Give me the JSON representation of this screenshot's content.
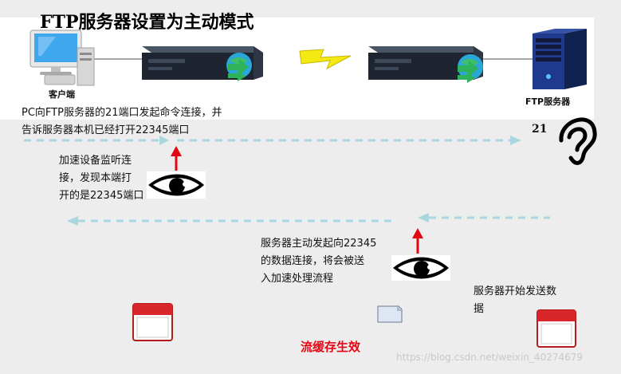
{
  "title": "FTP服务器设置为主动模式",
  "client_label": "客户端",
  "server_label": "FTP服务器",
  "port_label": "21",
  "step1_lines": [
    "PC向FTP服务器的21端口发起命令连接，并",
    "告诉服务器本机已经打开22345端口"
  ],
  "step2_lines": [
    "加速设备监听连",
    "接，发现本端打",
    "开的是22345端口"
  ],
  "step3_lines": [
    "服务器主动发起向22345",
    "的数据连接，将会被送",
    "入加速处理流程"
  ],
  "step4_lines": [
    "服务器开始发送数",
    "据"
  ],
  "flow_text": "流缓存生效",
  "watermark": "https://blog.csdn.net/weixin_40274679",
  "colors": {
    "arrow_dashed": "#a9d6df",
    "red": "#e30613",
    "server_blue": "#1f3a8c",
    "globe_green": "#2fb35a"
  }
}
